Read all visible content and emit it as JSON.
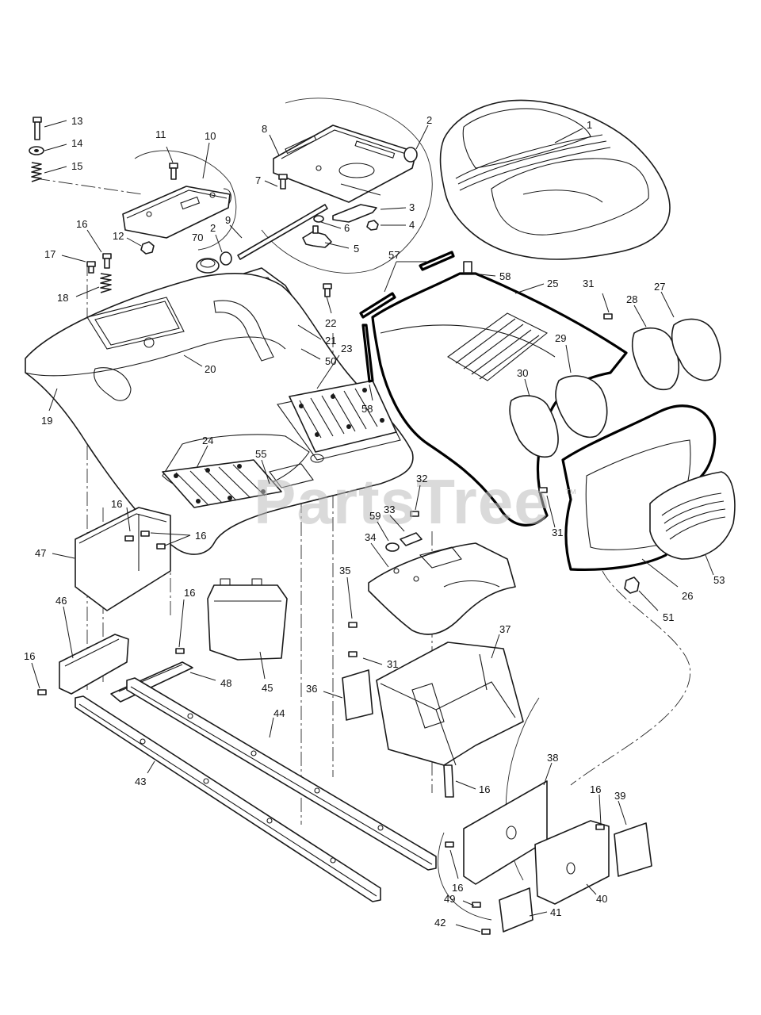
{
  "watermark": {
    "text": "PartsTree",
    "tm": "™"
  },
  "callouts": [
    {
      "id": "c1",
      "label": "1"
    },
    {
      "id": "c2a",
      "label": "2"
    },
    {
      "id": "c2b",
      "label": "2"
    },
    {
      "id": "c3",
      "label": "3"
    },
    {
      "id": "c4",
      "label": "4"
    },
    {
      "id": "c5",
      "label": "5"
    },
    {
      "id": "c6",
      "label": "6"
    },
    {
      "id": "c7",
      "label": "7"
    },
    {
      "id": "c8",
      "label": "8"
    },
    {
      "id": "c9",
      "label": "9"
    },
    {
      "id": "c10",
      "label": "10"
    },
    {
      "id": "c11",
      "label": "11"
    },
    {
      "id": "c12",
      "label": "12"
    },
    {
      "id": "c13",
      "label": "13"
    },
    {
      "id": "c14",
      "label": "14"
    },
    {
      "id": "c15",
      "label": "15"
    },
    {
      "id": "c16a",
      "label": "16"
    },
    {
      "id": "c17",
      "label": "17"
    },
    {
      "id": "c18",
      "label": "18"
    },
    {
      "id": "c19",
      "label": "19"
    },
    {
      "id": "c20",
      "label": "20"
    },
    {
      "id": "c21",
      "label": "21"
    },
    {
      "id": "c22",
      "label": "22"
    },
    {
      "id": "c23",
      "label": "23"
    },
    {
      "id": "c24",
      "label": "24"
    },
    {
      "id": "c25",
      "label": "25"
    },
    {
      "id": "c26",
      "label": "26"
    },
    {
      "id": "c27",
      "label": "27"
    },
    {
      "id": "c28",
      "label": "28"
    },
    {
      "id": "c29",
      "label": "29"
    },
    {
      "id": "c30",
      "label": "30"
    },
    {
      "id": "c31a",
      "label": "31"
    },
    {
      "id": "c31b",
      "label": "31"
    },
    {
      "id": "c31c",
      "label": "31"
    },
    {
      "id": "c32",
      "label": "32"
    },
    {
      "id": "c33",
      "label": "33"
    },
    {
      "id": "c34",
      "label": "34"
    },
    {
      "id": "c35",
      "label": "35"
    },
    {
      "id": "c36",
      "label": "36"
    },
    {
      "id": "c37",
      "label": "37"
    },
    {
      "id": "c38",
      "label": "38"
    },
    {
      "id": "c39",
      "label": "39"
    },
    {
      "id": "c40",
      "label": "40"
    },
    {
      "id": "c41",
      "label": "41"
    },
    {
      "id": "c42",
      "label": "42"
    },
    {
      "id": "c43",
      "label": "43"
    },
    {
      "id": "c44",
      "label": "44"
    },
    {
      "id": "c45",
      "label": "45"
    },
    {
      "id": "c46",
      "label": "46"
    },
    {
      "id": "c47",
      "label": "47"
    },
    {
      "id": "c48",
      "label": "48"
    },
    {
      "id": "c49",
      "label": "49"
    },
    {
      "id": "c50",
      "label": "50"
    },
    {
      "id": "c51",
      "label": "51"
    },
    {
      "id": "c53",
      "label": "53"
    },
    {
      "id": "c55",
      "label": "55"
    },
    {
      "id": "c57",
      "label": "57"
    },
    {
      "id": "c58a",
      "label": "58"
    },
    {
      "id": "c58b",
      "label": "58"
    },
    {
      "id": "c59",
      "label": "59"
    },
    {
      "id": "c70",
      "label": "70"
    },
    {
      "id": "c16b",
      "label": "16"
    },
    {
      "id": "c16c",
      "label": "16"
    },
    {
      "id": "c16d",
      "label": "16"
    },
    {
      "id": "c16e",
      "label": "16"
    },
    {
      "id": "c16f",
      "label": "16"
    },
    {
      "id": "c16g",
      "label": "16"
    },
    {
      "id": "c16h",
      "label": "16"
    }
  ]
}
